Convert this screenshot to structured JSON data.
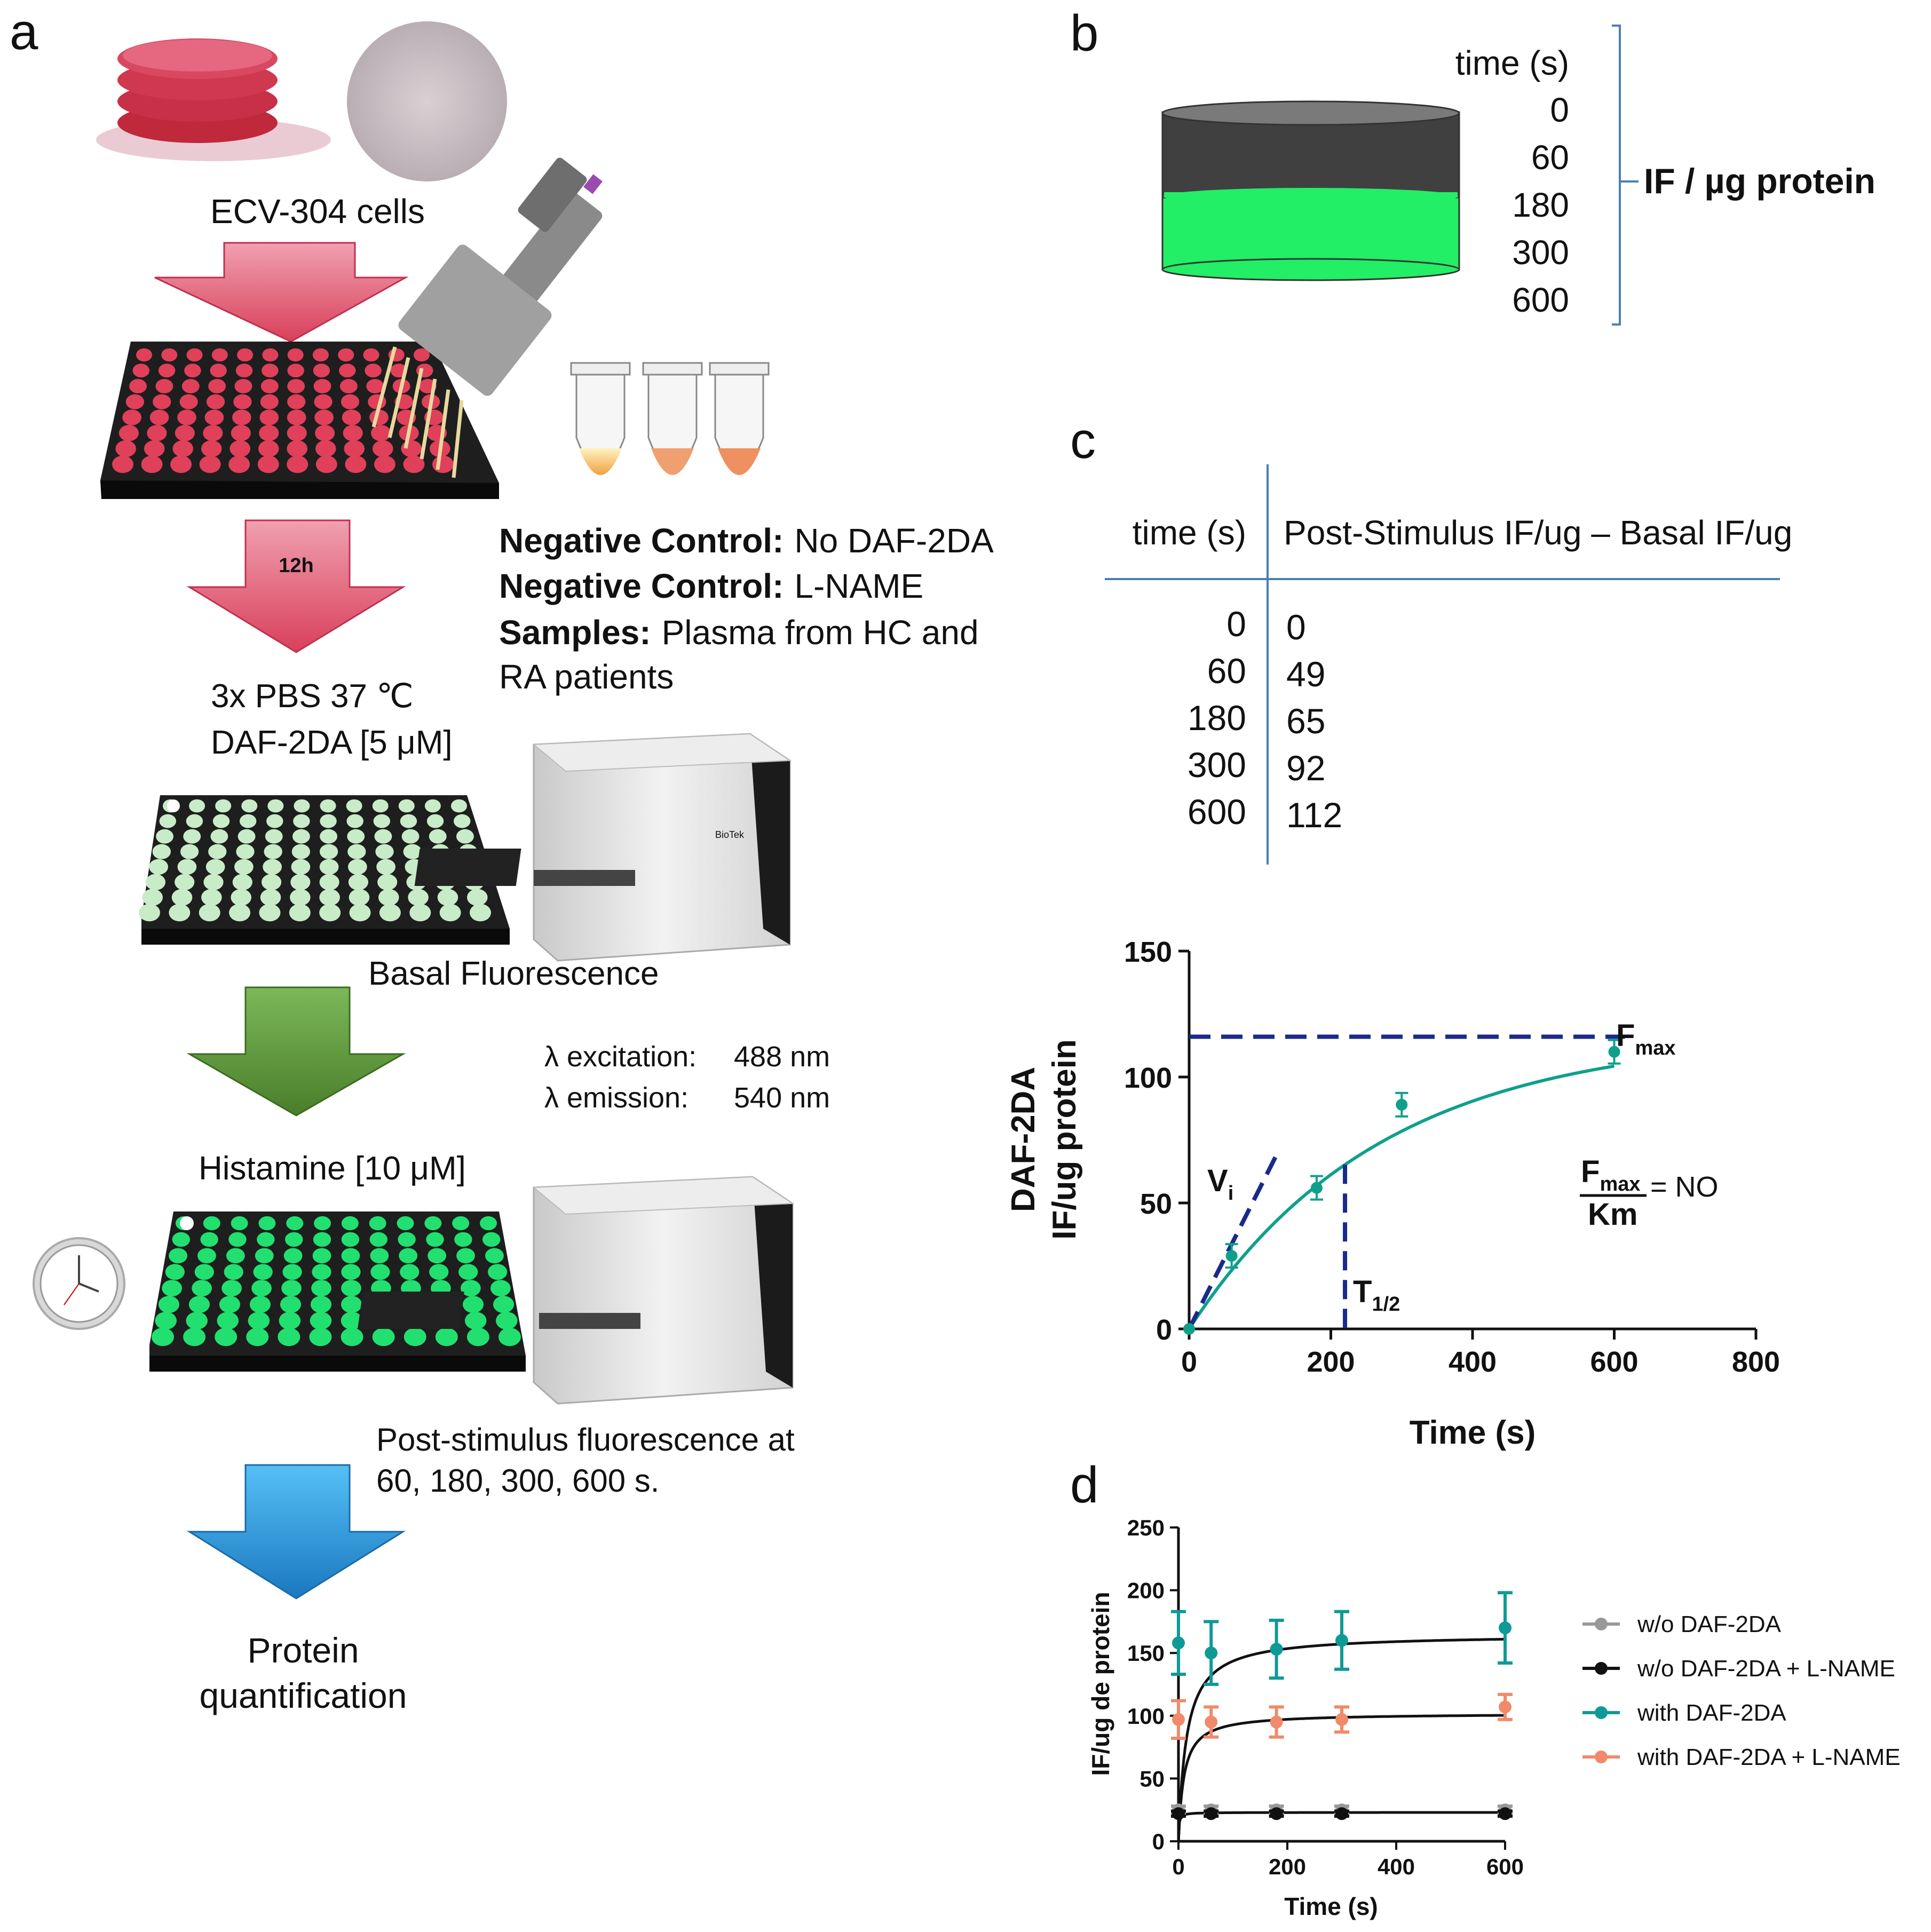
{
  "panel_a": {
    "letter": "a",
    "cells_label": "ECV-304 cells",
    "arrow_12h": "12h",
    "neg_ctrl_1_bold": "Negative Control:",
    "neg_ctrl_1_text": "No DAF-2DA",
    "neg_ctrl_2_bold": "Negative Control:",
    "neg_ctrl_2_text": "L-NAME",
    "samples_bold": "Samples:",
    "samples_text_1": "Plasma from HC and",
    "samples_text_2": "RA patients",
    "pbs_line_1": "3x PBS 37 ℃",
    "pbs_line_2": "DAF-2DA [5 μM]",
    "basal_label": "Basal Fluorescence",
    "excitation_label": "λ excitation:",
    "excitation_value": "488 nm",
    "emission_label": "λ emission:",
    "emission_value": "540 nm",
    "histamine_label": "Histamine [10 μM]",
    "post_line_1": "Post-stimulus fluorescence  at",
    "post_line_2": "60, 180, 300, 600 s.",
    "protein_line_1": "Protein",
    "protein_line_2": "quantification",
    "colors": {
      "red_arrow": "#e8607a",
      "green_arrow": "#5f9a3a",
      "blue_arrow": "#2d9ce0",
      "plate_red": "#e0405a",
      "plate_basal": "#c8ecc8",
      "plate_post": "#22e070"
    }
  },
  "panel_b": {
    "letter": "b",
    "header": "time (s)",
    "times": [
      "0",
      "60",
      "180",
      "300",
      "600"
    ],
    "bracket_label": "IF / µg protein",
    "colors": {
      "well_top": "#404040",
      "well_bottom": "#22ee66"
    }
  },
  "panel_c": {
    "letter": "c",
    "table": {
      "col1": "time (s)",
      "col2": "Post-Stimulus IF/ug – Basal IF/ug",
      "rows": [
        {
          "time": "0",
          "value": "0"
        },
        {
          "time": "60",
          "value": "49"
        },
        {
          "time": "180",
          "value": "65"
        },
        {
          "time": "300",
          "value": "92"
        },
        {
          "time": "600",
          "value": "112"
        }
      ]
    },
    "annotations": {
      "vi": "V",
      "vi_sub": "i",
      "fmax": "F",
      "fmax_sub": "max",
      "thalf": "T",
      "thalf_sub": "1/2",
      "ratio_num": "F",
      "ratio_num_sub": "max",
      "ratio_den": "Km",
      "ratio_eq": "= NO"
    }
  },
  "panel_d": {
    "letter": "d"
  },
  "chart_data": [
    {
      "type": "scatter",
      "panel": "c",
      "xlabel": "Time (s)",
      "ylabel_line1": "DAF-2DA",
      "ylabel_line2": "IF/ug protein",
      "xlim": [
        0,
        800
      ],
      "ylim": [
        0,
        150
      ],
      "xticks": [
        "0",
        "200",
        "400",
        "600",
        "800"
      ],
      "yticks": [
        "0",
        "50",
        "100",
        "150"
      ],
      "points": [
        {
          "x": 0,
          "y": 0
        },
        {
          "x": 60,
          "y": 29
        },
        {
          "x": 180,
          "y": 56
        },
        {
          "x": 300,
          "y": 89
        },
        {
          "x": 600,
          "y": 110
        }
      ],
      "fit_curve": {
        "fmax": 117,
        "km": 220
      },
      "fmax_line_y": 116,
      "thalf_x": 220,
      "vi_line": [
        {
          "x": 0,
          "y": 0
        },
        {
          "x": 125,
          "y": 70
        }
      ],
      "color": "#0fa08c"
    },
    {
      "type": "line",
      "panel": "d",
      "xlabel": "Time (s)",
      "ylabel": "IF/ug de protein",
      "xlim": [
        0,
        600
      ],
      "ylim": [
        0,
        250
      ],
      "xticks": [
        "0",
        "200",
        "400",
        "600"
      ],
      "yticks": [
        "0",
        "50",
        "100",
        "150",
        "200",
        "250"
      ],
      "x": [
        0,
        60,
        180,
        300,
        600
      ],
      "legend_position": "right",
      "series": [
        {
          "name": "w/o DAF-2DA",
          "color": "#999999",
          "values": [
            25,
            25,
            25,
            25,
            25
          ],
          "errors": [
            3,
            3,
            3,
            3,
            3
          ]
        },
        {
          "name": "w/o DAF-2DA + L-NAME",
          "color": "#111111",
          "values": [
            22,
            22,
            22,
            22,
            22
          ],
          "errors": [
            2,
            2,
            2,
            2,
            2
          ]
        },
        {
          "name": "with DAF-2DA",
          "color": "#0f9a96",
          "values": [
            158,
            150,
            153,
            160,
            170
          ],
          "errors": [
            25,
            25,
            23,
            23,
            28
          ]
        },
        {
          "name": "with DAF-2DA + L-NAME",
          "color": "#f08a6a",
          "values": [
            97,
            95,
            95,
            97,
            107
          ],
          "errors": [
            15,
            12,
            12,
            10,
            10
          ]
        }
      ],
      "fits": [
        {
          "plateau": 165,
          "k": 15
        },
        {
          "plateau": 102,
          "k": 10
        },
        {
          "plateau": 23,
          "k": 1
        }
      ]
    }
  ]
}
